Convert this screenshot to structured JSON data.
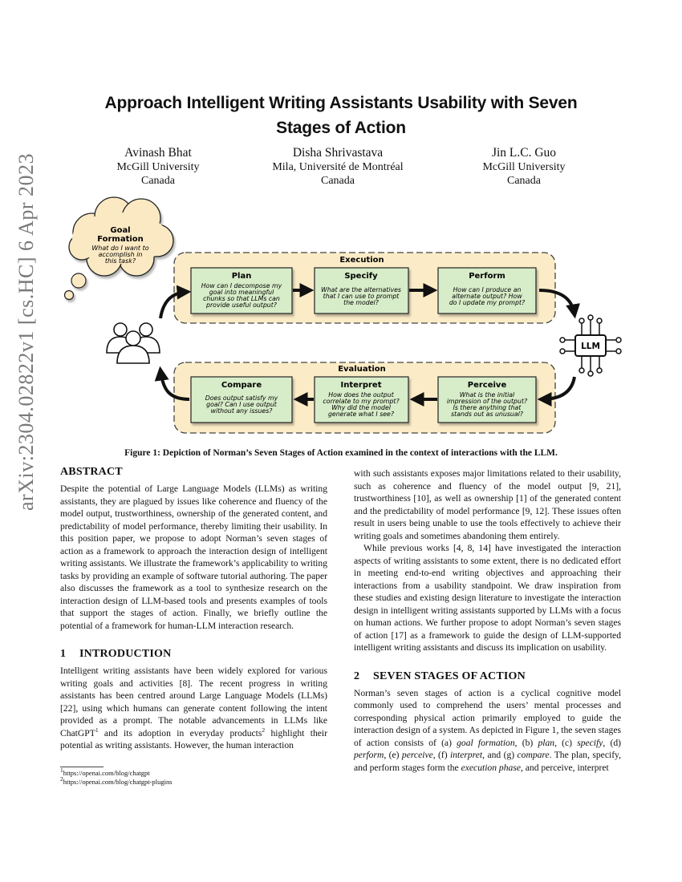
{
  "paper": {
    "title_line1": "Approach Intelligent Writing Assistants Usability with Seven",
    "title_line2": "Stages of Action",
    "authors": [
      {
        "name": "Avinash Bhat",
        "affiliation": "McGill University",
        "country": "Canada"
      },
      {
        "name": "Disha Shrivastava",
        "affiliation": "Mila, Université de Montréal",
        "country": "Canada"
      },
      {
        "name": "Jin L.C. Guo",
        "affiliation": "McGill University",
        "country": "Canada"
      }
    ],
    "arxiv_id": "arXiv:2304.02822v1  [cs.HC]  6 Apr 2023"
  },
  "figure": {
    "goal": {
      "title1": "Goal",
      "title2": "Formation",
      "q1": "What do I want to",
      "q2": "accomplish in",
      "q3": "this task?"
    },
    "execution_label": "Execution",
    "evaluation_label": "Evaluation",
    "llm_label": "LLM",
    "plan": {
      "title": "Plan",
      "l1": "How can I decompose my",
      "l2": "goal into meaningful",
      "l3": "chunks so that LLMs can",
      "l4": "provide useful output?"
    },
    "specify": {
      "title": "Specify",
      "l1": "What are the alternatives",
      "l2": "that I can use to prompt",
      "l3": "the model?"
    },
    "perform": {
      "title": "Perform",
      "l1": "How can I produce an",
      "l2": "alternate output? How",
      "l3": "do I update my prompt?"
    },
    "compare": {
      "title": "Compare",
      "l1": "Does output satisfy my",
      "l2": "goal? Can I use output",
      "l3": "without any issues?"
    },
    "interpret": {
      "title": "Interpret",
      "l1": "How does the output",
      "l2": "correlate to my prompt?",
      "l3": "Why did the model",
      "l4": "generate what I see?"
    },
    "perceive": {
      "title": "Perceive",
      "l1": "What is the initial",
      "l2": "impression of the output?",
      "l3": "Is there anything that",
      "l4": "stands out as unusual?"
    },
    "caption": "Figure 1: Depiction of Norman’s Seven Stages of Action examined in the context of interactions with the LLM.",
    "colors": {
      "stage_box": "#d7ecc8",
      "phase_band": "#fbecc7",
      "cloud": "#fbe9c3"
    }
  },
  "abstract": {
    "heading": "ABSTRACT",
    "text": "Despite the potential of Large Language Models (LLMs) as writing assistants, they are plagued by issues like coherence and fluency of the model output, trustworthiness, ownership of the generated content, and predictability of model performance, thereby limiting their usability. In this position paper, we propose to adopt Norman’s seven stages of action as a framework to approach the interaction design of intelligent writing assistants. We illustrate the framework’s applicability to writing tasks by providing an example of software tutorial authoring. The paper also discusses the framework as a tool to synthesize research on the interaction design of LLM-based tools and presents examples of tools that support the stages of action. Finally, we briefly outline the potential of a framework for human-LLM interaction research."
  },
  "intro": {
    "num": "1",
    "heading": "INTRODUCTION",
    "p1_a": "Intelligent writing assistants have been widely explored for various writing goals and activities [8]. The recent progress in writing assistants has been centred around Large Language Models (LLMs) [22], using which humans can generate content following the intent provided as a prompt. The notable advancements in LLMs like ChatGPT",
    "sup1": "1",
    "p1_b": " and its adoption in everyday products",
    "sup2": "2",
    "p1_c": " highlight their potential as writing assistants. However, the human interaction",
    "p1_cont": "with such assistants exposes major limitations related to their usability, such as coherence and fluency of the model output [9, 21], trustworthiness [10], as well as ownership [1] of the generated content and the predictability of model performance [9, 12]. These issues often result in users being unable to use the tools effectively to achieve their writing goals and sometimes abandoning them entirely.",
    "p2": "While previous works [4, 8, 14] have investigated the interaction aspects of writing assistants to some extent, there is no dedicated effort in meeting end-to-end writing objectives and approaching their interactions from a usability standpoint. We draw inspiration from these studies and existing design literature to investigate the interaction design in intelligent writing assistants supported by LLMs with a focus on human actions. We further propose to adopt Norman’s seven stages of action [17] as a framework to guide the design of LLM-supported intelligent writing assistants and discuss its implication on usability."
  },
  "seven": {
    "num": "2",
    "heading": "SEVEN STAGES OF ACTION",
    "p_a": "Norman’s seven stages of action is a cyclical cognitive model commonly used to comprehend the users’ mental processes and corresponding physical action primarily employed to guide the interaction design of a system. As depicted in Figure 1, the seven stages of action consists of (a) ",
    "t1": "goal formation",
    "s1": ", (b) ",
    "t2": "plan",
    "s2": ", (c) ",
    "t3": "specify",
    "s3": ", (d) ",
    "t4": "perform",
    "s4": ", (e) ",
    "t5": "perceive",
    "s5": ", (f) ",
    "t6": "interpret",
    "s6": ", and (g) ",
    "t7": "compare",
    "p_b": ". The plan, specify, and perform stages form the ",
    "t8": "execution phase",
    "p_c": ", and perceive, interpret"
  },
  "footnotes": [
    {
      "mark": "1",
      "text": "https://openai.com/blog/chatgpt"
    },
    {
      "mark": "2",
      "text": "https://openai.com/blog/chatgpt-plugins"
    }
  ]
}
